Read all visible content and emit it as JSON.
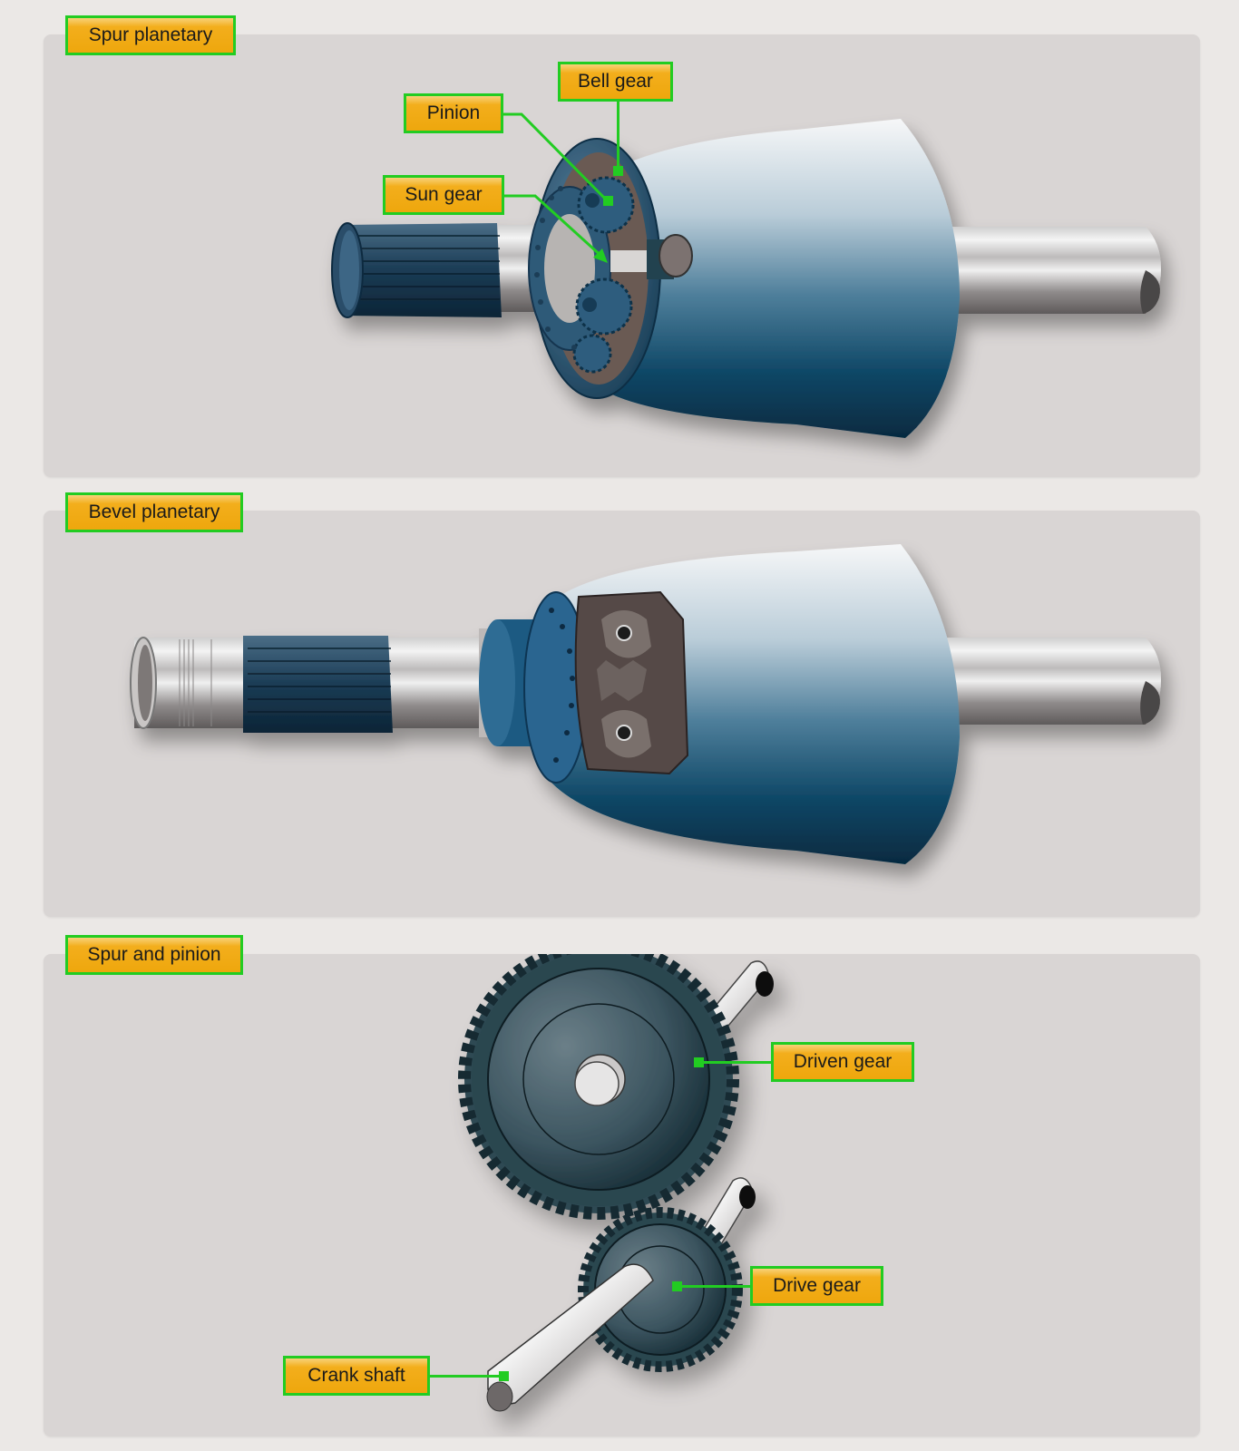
{
  "figure": {
    "panels": [
      {
        "id": "spur-planetary",
        "title": "Spur planetary",
        "callouts": [
          {
            "label": "Bell gear"
          },
          {
            "label": "Pinion"
          },
          {
            "label": "Sun gear"
          }
        ]
      },
      {
        "id": "bevel-planetary",
        "title": "Bevel planetary",
        "callouts": []
      },
      {
        "id": "spur-and-pinion",
        "title": "Spur and pinion",
        "callouts": [
          {
            "label": "Driven gear"
          },
          {
            "label": "Drive gear"
          },
          {
            "label": "Crank shaft"
          }
        ]
      }
    ],
    "colors": {
      "label_fill": "#eea70d",
      "label_border": "#22cc22",
      "panel_bg": "#d9d5d4",
      "page_bg": "#ebe8e6",
      "housing_blue": "#0e4866",
      "gear_dark": "#2b4650"
    }
  }
}
